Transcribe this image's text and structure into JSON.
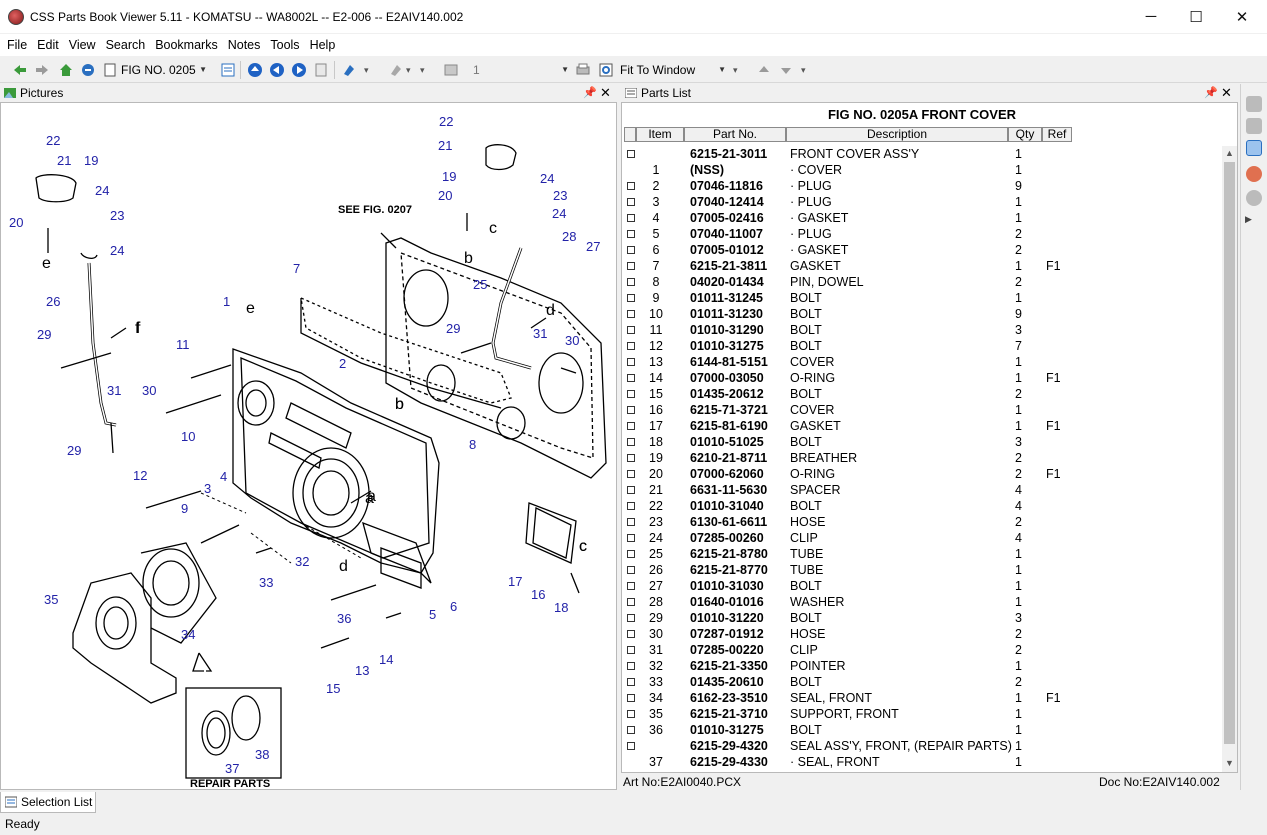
{
  "window": {
    "title": "CSS Parts Book Viewer 5.11 - KOMATSU -- WA8002L -- E2-006 -- E2AIV140.002",
    "minimize": "─",
    "maximize": "☐",
    "close": "✕"
  },
  "menu": [
    "File",
    "Edit",
    "View",
    "Search",
    "Bookmarks",
    "Notes",
    "Tools",
    "Help"
  ],
  "toolbar": {
    "fig_combo": "FIG NO. 0205",
    "page_field": "1",
    "zoom_combo": "Fit To Window"
  },
  "pictures_panel": {
    "title": "Pictures",
    "see_fig": "SEE FIG. 0207",
    "repair_parts": "REPAIR PARTS",
    "callouts": [
      "22",
      "21",
      "19",
      "24",
      "20",
      "23",
      "24",
      "26",
      "29",
      "31",
      "30",
      "29",
      "12",
      "35",
      "34",
      "33",
      "9",
      "3",
      "4",
      "32",
      "11",
      "10",
      "1",
      "2",
      "7",
      "f",
      "e",
      "b",
      "a",
      "d",
      "c",
      "e",
      "b",
      "8",
      "36",
      "13",
      "14",
      "15",
      "5",
      "6",
      "17",
      "16",
      "18",
      "22",
      "21",
      "19",
      "20",
      "24",
      "23",
      "24",
      "c",
      "28",
      "27",
      "25",
      "d",
      "29",
      "31",
      "30",
      "a",
      "37",
      "38",
      "c",
      "f",
      "b"
    ]
  },
  "parts_panel": {
    "title": "Parts List",
    "fig_title": "FIG NO. 0205A FRONT COVER",
    "columns": [
      "Item",
      "Part No.",
      "Description",
      "Qty",
      "Ref"
    ],
    "rows": [
      [
        "",
        "6215-21-3011",
        "FRONT COVER ASS'Y",
        "1",
        ""
      ],
      [
        "1",
        "(NSS)",
        "· COVER",
        "1",
        ""
      ],
      [
        "2",
        "07046-11816",
        "· PLUG",
        "9",
        ""
      ],
      [
        "3",
        "07040-12414",
        "· PLUG",
        "1",
        ""
      ],
      [
        "4",
        "07005-02416",
        "· GASKET",
        "1",
        ""
      ],
      [
        "5",
        "07040-11007",
        "· PLUG",
        "2",
        ""
      ],
      [
        "6",
        "07005-01012",
        "· GASKET",
        "2",
        ""
      ],
      [
        "7",
        "6215-21-3811",
        "GASKET",
        "1",
        "F1"
      ],
      [
        "8",
        "04020-01434",
        "PIN, DOWEL",
        "2",
        ""
      ],
      [
        "9",
        "01011-31245",
        "BOLT",
        "1",
        ""
      ],
      [
        "10",
        "01011-31230",
        "BOLT",
        "9",
        ""
      ],
      [
        "11",
        "01010-31290",
        "BOLT",
        "3",
        ""
      ],
      [
        "12",
        "01010-31275",
        "BOLT",
        "7",
        ""
      ],
      [
        "13",
        "6144-81-5151",
        "COVER",
        "1",
        ""
      ],
      [
        "14",
        "07000-03050",
        "O-RING",
        "1",
        "F1"
      ],
      [
        "15",
        "01435-20612",
        "BOLT",
        "2",
        ""
      ],
      [
        "16",
        "6215-71-3721",
        "COVER",
        "1",
        ""
      ],
      [
        "17",
        "6215-81-6190",
        "GASKET",
        "1",
        "F1"
      ],
      [
        "18",
        "01010-51025",
        "BOLT",
        "3",
        ""
      ],
      [
        "19",
        "6210-21-8711",
        "BREATHER",
        "2",
        ""
      ],
      [
        "20",
        "07000-62060",
        "O-RING",
        "2",
        "F1"
      ],
      [
        "21",
        "6631-11-5630",
        "SPACER",
        "4",
        ""
      ],
      [
        "22",
        "01010-31040",
        "BOLT",
        "4",
        ""
      ],
      [
        "23",
        "6130-61-6611",
        "HOSE",
        "2",
        ""
      ],
      [
        "24",
        "07285-00260",
        "CLIP",
        "4",
        ""
      ],
      [
        "25",
        "6215-21-8780",
        "TUBE",
        "1",
        ""
      ],
      [
        "26",
        "6215-21-8770",
        "TUBE",
        "1",
        ""
      ],
      [
        "27",
        "01010-31030",
        "BOLT",
        "1",
        ""
      ],
      [
        "28",
        "01640-01016",
        "WASHER",
        "1",
        ""
      ],
      [
        "29",
        "01010-31220",
        "BOLT",
        "3",
        ""
      ],
      [
        "30",
        "07287-01912",
        "HOSE",
        "2",
        ""
      ],
      [
        "31",
        "07285-00220",
        "CLIP",
        "2",
        ""
      ],
      [
        "32",
        "6215-21-3350",
        "POINTER",
        "1",
        ""
      ],
      [
        "33",
        "01435-20610",
        "BOLT",
        "2",
        ""
      ],
      [
        "34",
        "6162-23-3510",
        "SEAL, FRONT",
        "1",
        "F1"
      ],
      [
        "35",
        "6215-21-3710",
        "SUPPORT, FRONT",
        "1",
        ""
      ],
      [
        "36",
        "01010-31275",
        "BOLT",
        "1",
        ""
      ],
      [
        "",
        "6215-29-4320",
        "SEAL ASS'Y, FRONT, (REPAIR PARTS)",
        "1",
        ""
      ],
      [
        "37",
        "6215-29-4330",
        "· SEAL, FRONT",
        "1",
        ""
      ]
    ],
    "art_no": "Art No:E2AI0040.PCX",
    "doc_no": "Doc No:E2AIV140.002"
  },
  "selection_tab": "Selection List",
  "status": "Ready"
}
